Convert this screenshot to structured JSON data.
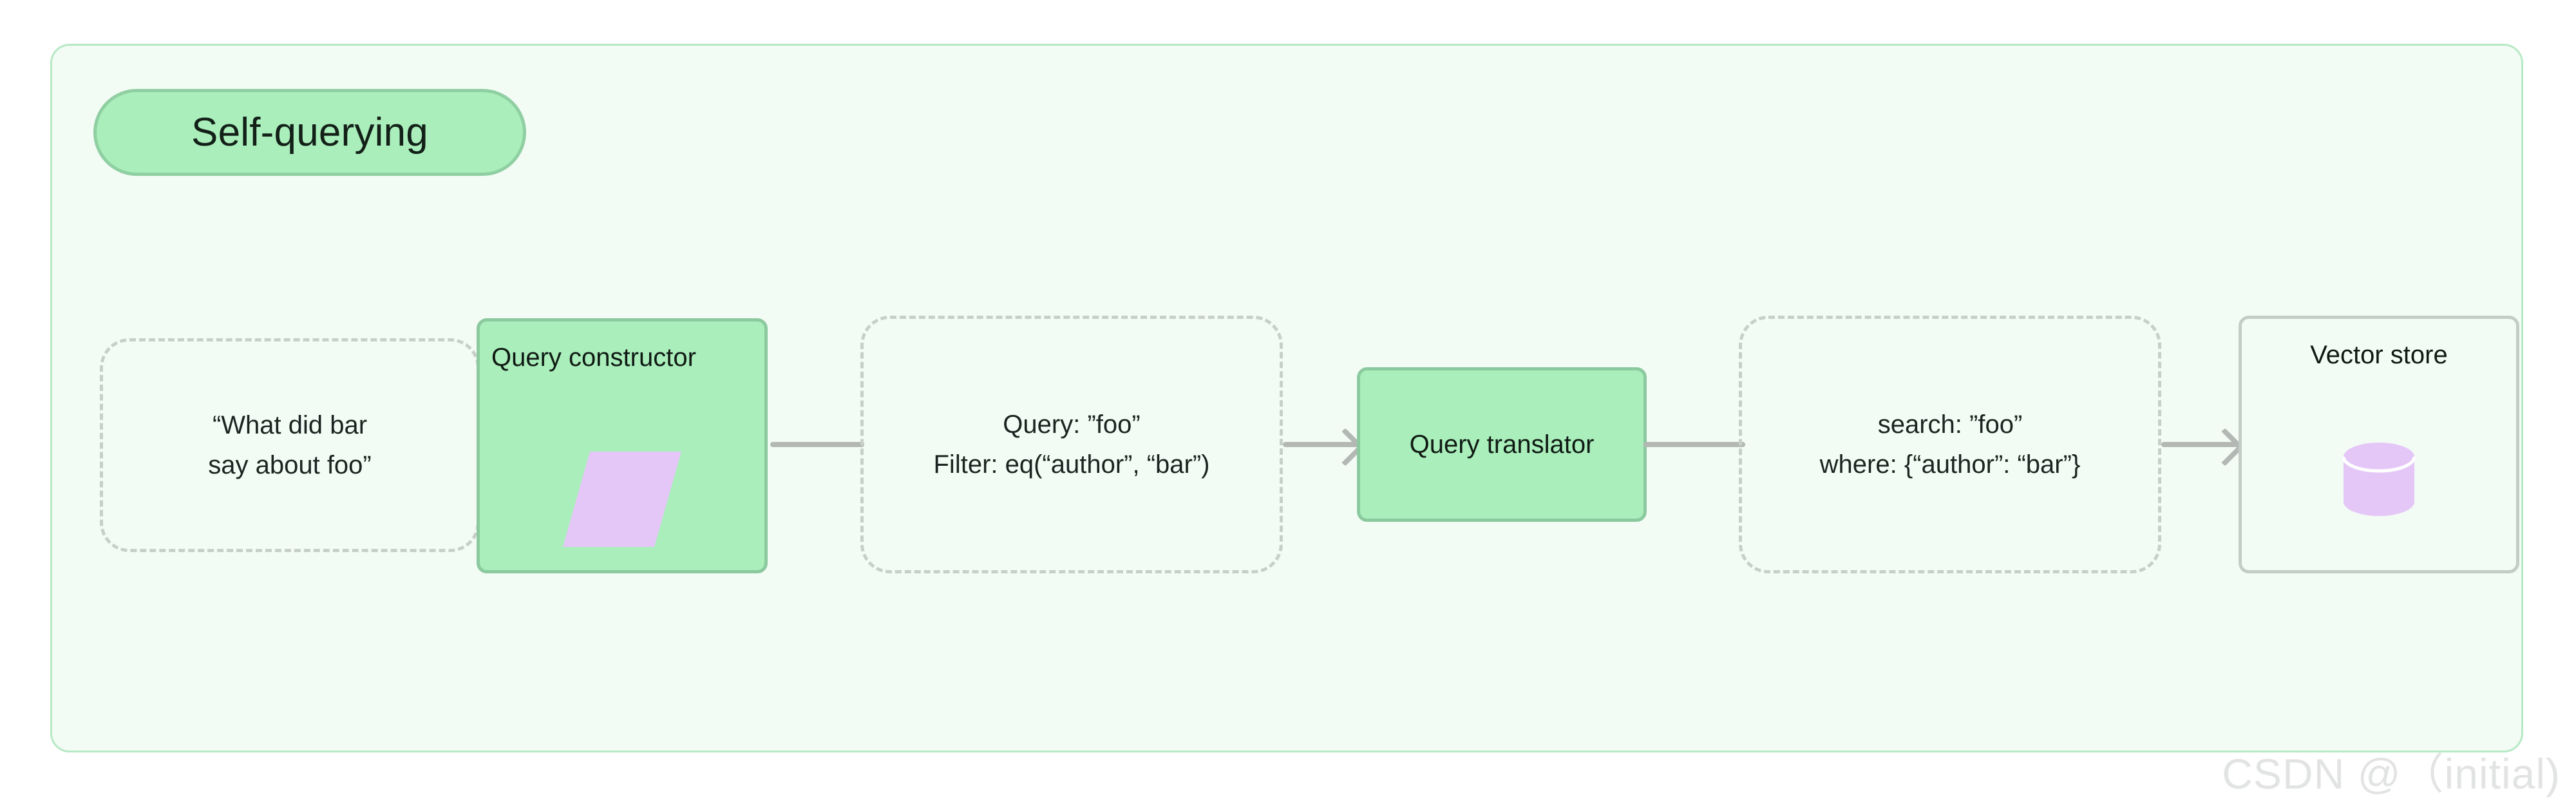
{
  "diagram": {
    "title": "Self-querying",
    "accent_green": "#aaeebb",
    "accent_green_border": "#8bc99e",
    "frame_bg": "#f3fbf5",
    "frame_border": "#b7e9c4",
    "dashed_border": "#c7cfc9",
    "purple": "#e4c7f7",
    "connector_color": "#b3b8b4",
    "nodes": [
      {
        "id": "question",
        "kind": "dashed-data",
        "lines": [
          "“What did bar",
          "say about foo”"
        ]
      },
      {
        "id": "query-constructor",
        "kind": "green-process",
        "heading": "Query constructor",
        "icon": "parallelogram-icon"
      },
      {
        "id": "query-filter",
        "kind": "dashed-data",
        "lines": [
          "Query: ”foo”",
          "Filter: eq(“author”, “bar”)"
        ]
      },
      {
        "id": "query-translator",
        "kind": "green-process",
        "heading": "Query translator"
      },
      {
        "id": "search-where",
        "kind": "dashed-data",
        "lines": [
          "search: ”foo”",
          "where: {“author”: “bar”}"
        ]
      },
      {
        "id": "vector-store",
        "kind": "store",
        "heading": "Vector store",
        "icon": "database-icon"
      }
    ],
    "edges": [
      {
        "from": "question",
        "to": "query-constructor",
        "arrow": true
      },
      {
        "from": "query-constructor",
        "to": "query-filter",
        "arrow": false
      },
      {
        "from": "query-filter",
        "to": "query-translator",
        "arrow": true
      },
      {
        "from": "query-translator",
        "to": "search-where",
        "arrow": false
      },
      {
        "from": "search-where",
        "to": "vector-store",
        "arrow": true
      }
    ]
  },
  "watermark": {
    "text": "CSDN @（initial)"
  }
}
